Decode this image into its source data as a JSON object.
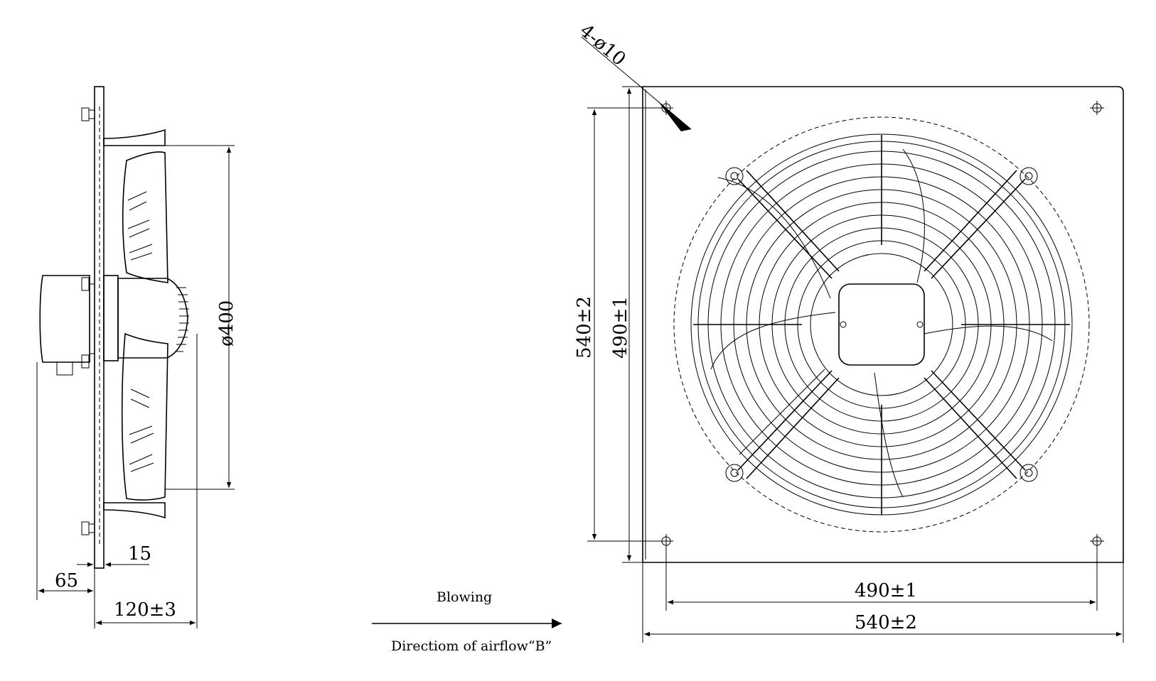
{
  "side_view": {
    "dia_label": "ø400",
    "offset_label": "15",
    "inlet_label": "65",
    "depth_label": "120±3"
  },
  "airflow": {
    "mode_label": "Blowing",
    "direction_label": "Directiom of airflow“B”"
  },
  "front_view": {
    "holes_label": "4-ø10",
    "outer_height_label": "540±2",
    "hole_pitch_height_label": "490±1",
    "hole_pitch_width_label": "490±1",
    "outer_width_label": "540±2"
  }
}
